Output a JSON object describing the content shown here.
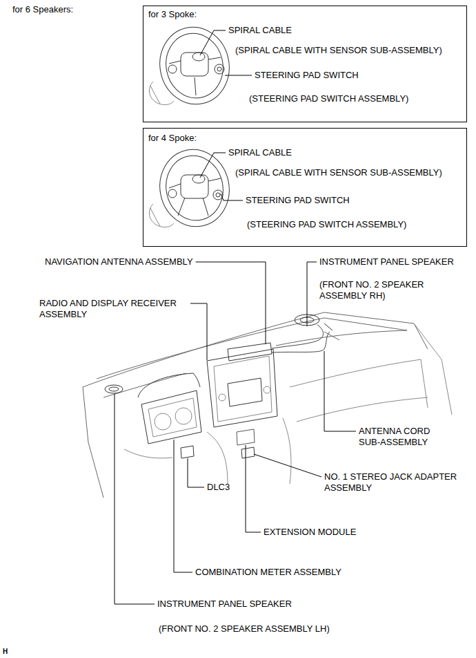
{
  "diagram": {
    "title": "for 6 Speakers:",
    "nodes": [
      {
        "text": [
          "for 3 Spoke:",
          "SPIRAL CABLE",
          "(SPIRAL CABLE WITH SENSOR SUB-ASSEMBLY)",
          "STEERING PAD SWITCH",
          "(STEERING PAD SWITCH ASSEMBLY)"
        ]
      },
      {
        "text": [
          "for 4 Spoke:",
          "SPIRAL CABLE",
          "(SPIRAL CABLE WITH SENSOR SUB-ASSEMBLY)",
          "STEERING PAD SWITCH",
          "(STEERING PAD SWITCH ASSEMBLY)"
        ]
      }
    ],
    "labels": [
      "NAVIGATION ANTENNA ASSEMBLY",
      "INSTRUMENT PANEL SPEAKER",
      "(FRONT NO. 2 SPEAKER ASSEMBLY RH)",
      "RADIO AND DISPLAY RECEIVER ASSEMBLY",
      "ANTENNA CORD SUB-ASSEMBLY",
      "NO. 1 STEREO JACK ADAPTER ASSEMBLY",
      "DLC3",
      "EXTENSION MODULE",
      "COMBINATION METER ASSEMBLY",
      "INSTRUMENT PANEL SPEAKER",
      "(FRONT NO. 2 SPEAKER ASSEMBLY LH)",
      "H"
    ]
  }
}
